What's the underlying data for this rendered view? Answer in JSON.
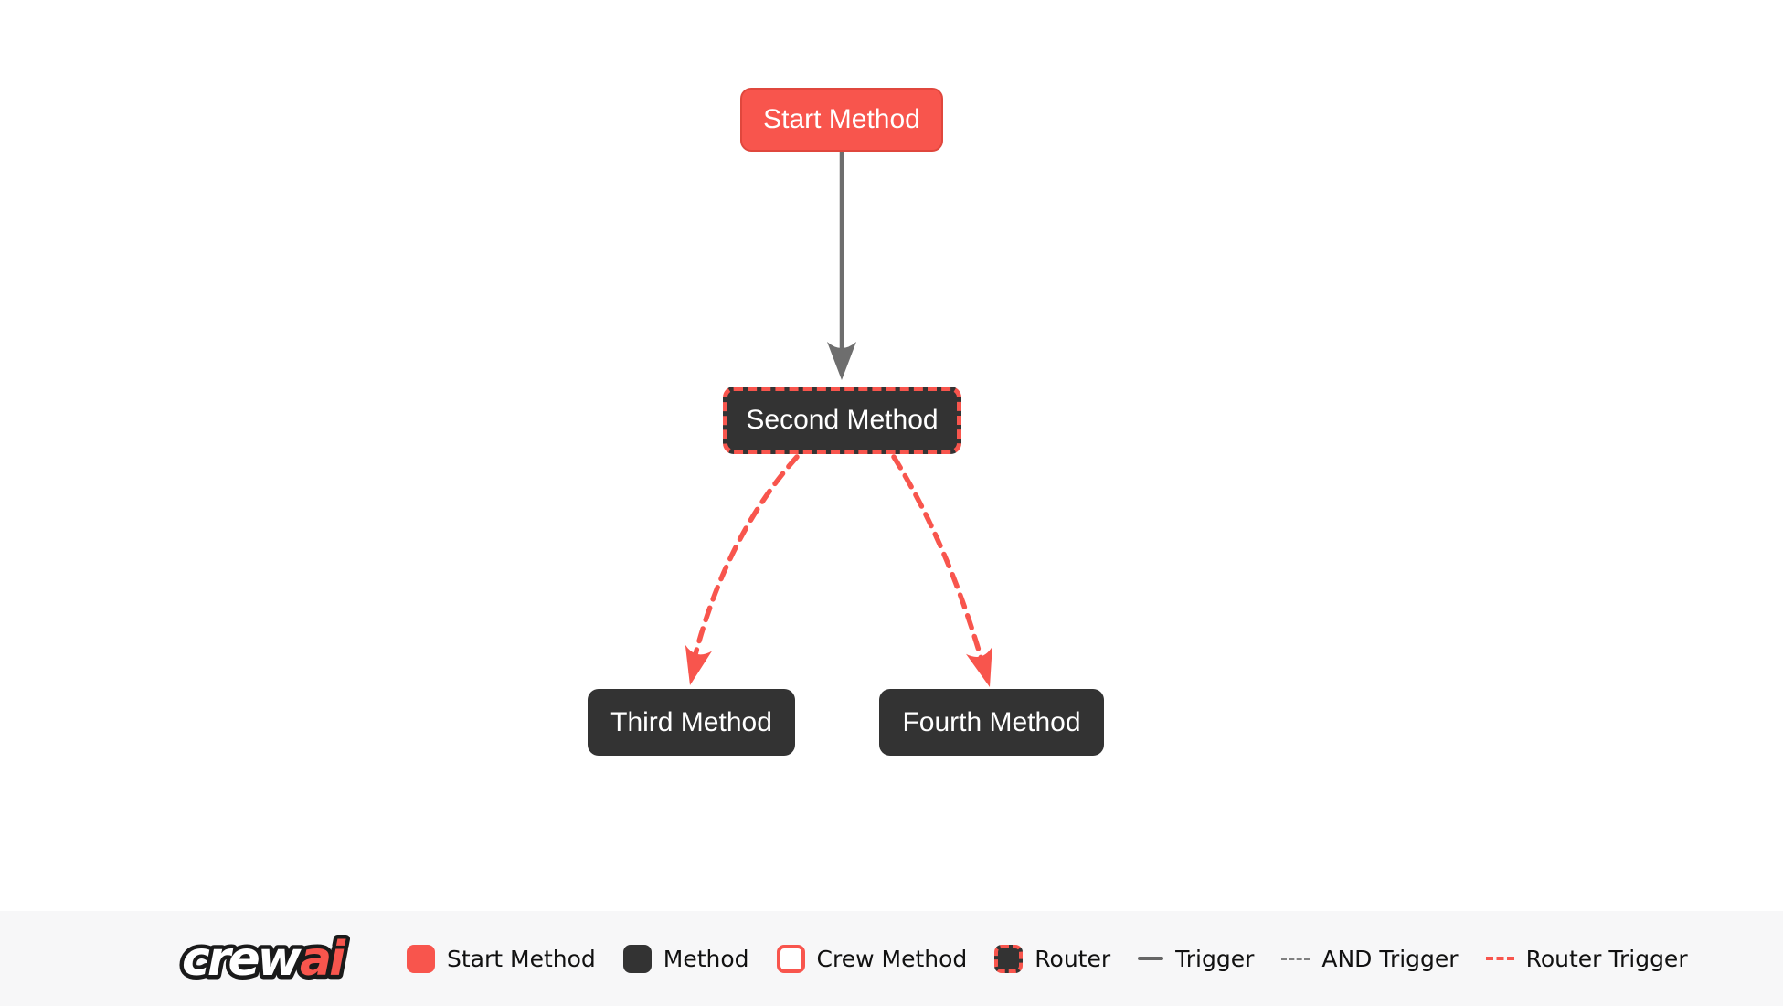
{
  "flow": {
    "nodes": [
      {
        "id": "start_method",
        "label": "Start Method",
        "type": "start"
      },
      {
        "id": "second_method",
        "label": "Second Method",
        "type": "router"
      },
      {
        "id": "third_method",
        "label": "Third Method",
        "type": "method"
      },
      {
        "id": "fourth_method",
        "label": "Fourth Method",
        "type": "method"
      }
    ],
    "edges": [
      {
        "from": "start_method",
        "to": "second_method",
        "type": "trigger"
      },
      {
        "from": "second_method",
        "to": "third_method",
        "type": "router_trigger"
      },
      {
        "from": "second_method",
        "to": "fourth_method",
        "type": "router_trigger"
      }
    ]
  },
  "logo": {
    "part1": "crew",
    "part2": "ai"
  },
  "legend": {
    "items": [
      {
        "label": "Start Method",
        "swatch": "start-node-swatch"
      },
      {
        "label": "Method",
        "swatch": "method-node-swatch"
      },
      {
        "label": "Crew Method",
        "swatch": "crew-node-swatch"
      },
      {
        "label": "Router",
        "swatch": "router-node-swatch"
      },
      {
        "label": "Trigger",
        "swatch": "trigger-line"
      },
      {
        "label": "AND Trigger",
        "swatch": "and-trigger-line"
      },
      {
        "label": "Router Trigger",
        "swatch": "router-trigger-line"
      }
    ]
  },
  "colors": {
    "accent_red": "#f8554d",
    "accent_red_border": "#e0473d",
    "node_dark": "#333333",
    "edge_gray": "#666666",
    "footer_bg": "#f7f7f8",
    "label_text": "#111111"
  }
}
